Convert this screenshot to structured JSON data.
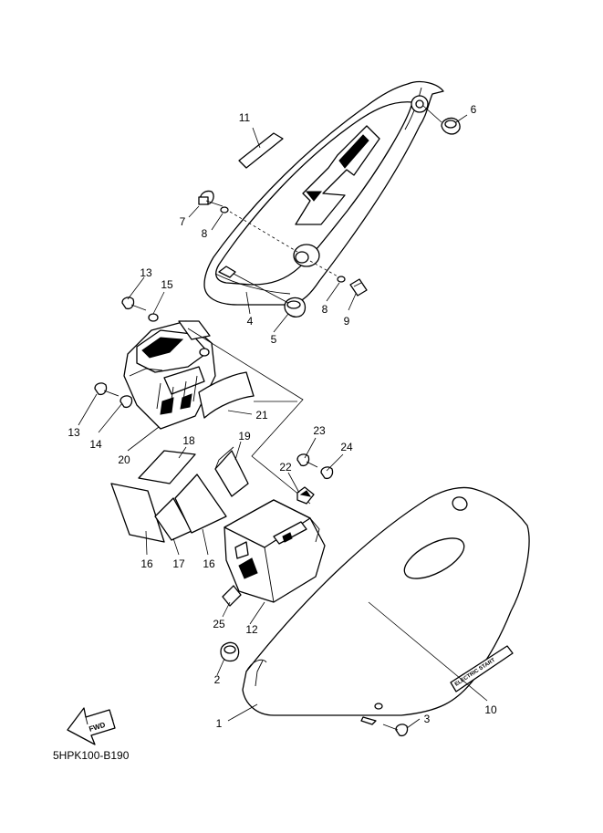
{
  "diagram": {
    "part_code": "5HPK100-B190",
    "fwd_label": "FWD",
    "decal_text": "ELECTRIC START",
    "callouts": {
      "c1": "1",
      "c2": "2",
      "c3": "3",
      "c4": "4",
      "c5": "5",
      "c6": "6",
      "c7": "7",
      "c8a": "8",
      "c8b": "8",
      "c9": "9",
      "c10": "10",
      "c11": "11",
      "c12": "12",
      "c13a": "13",
      "c13b": "13",
      "c14": "14",
      "c15": "15",
      "c16a": "16",
      "c16b": "16",
      "c17": "17",
      "c18": "18",
      "c19": "19",
      "c20": "20",
      "c21": "21",
      "c22": "22",
      "c23": "23",
      "c24": "24",
      "c25": "25"
    }
  }
}
